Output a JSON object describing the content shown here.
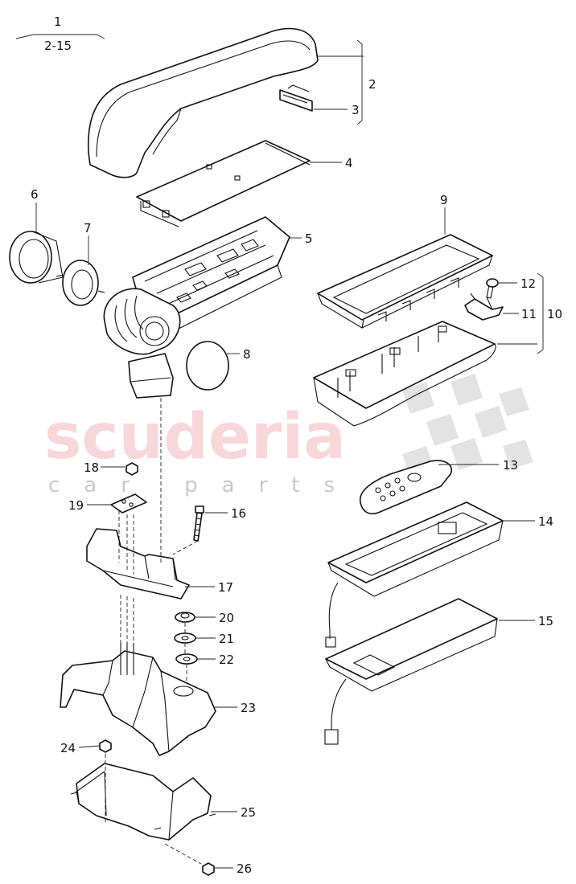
{
  "watermark": {
    "brand": "scuderia",
    "tagline": "car parts"
  },
  "callouts": {
    "c1": "1",
    "c1_range": "2-15",
    "c2": "2",
    "c3": "3",
    "c4": "4",
    "c5": "5",
    "c6": "6",
    "c7": "7",
    "c8": "8",
    "c9": "9",
    "c10": "10",
    "c11": "11",
    "c12": "12",
    "c13": "13",
    "c14": "14",
    "c15": "15",
    "c16": "16",
    "c17": "17",
    "c18": "18",
    "c19": "19",
    "c20": "20",
    "c21": "21",
    "c22": "22",
    "c23": "23",
    "c24": "24",
    "c25": "25",
    "c26": "26"
  }
}
